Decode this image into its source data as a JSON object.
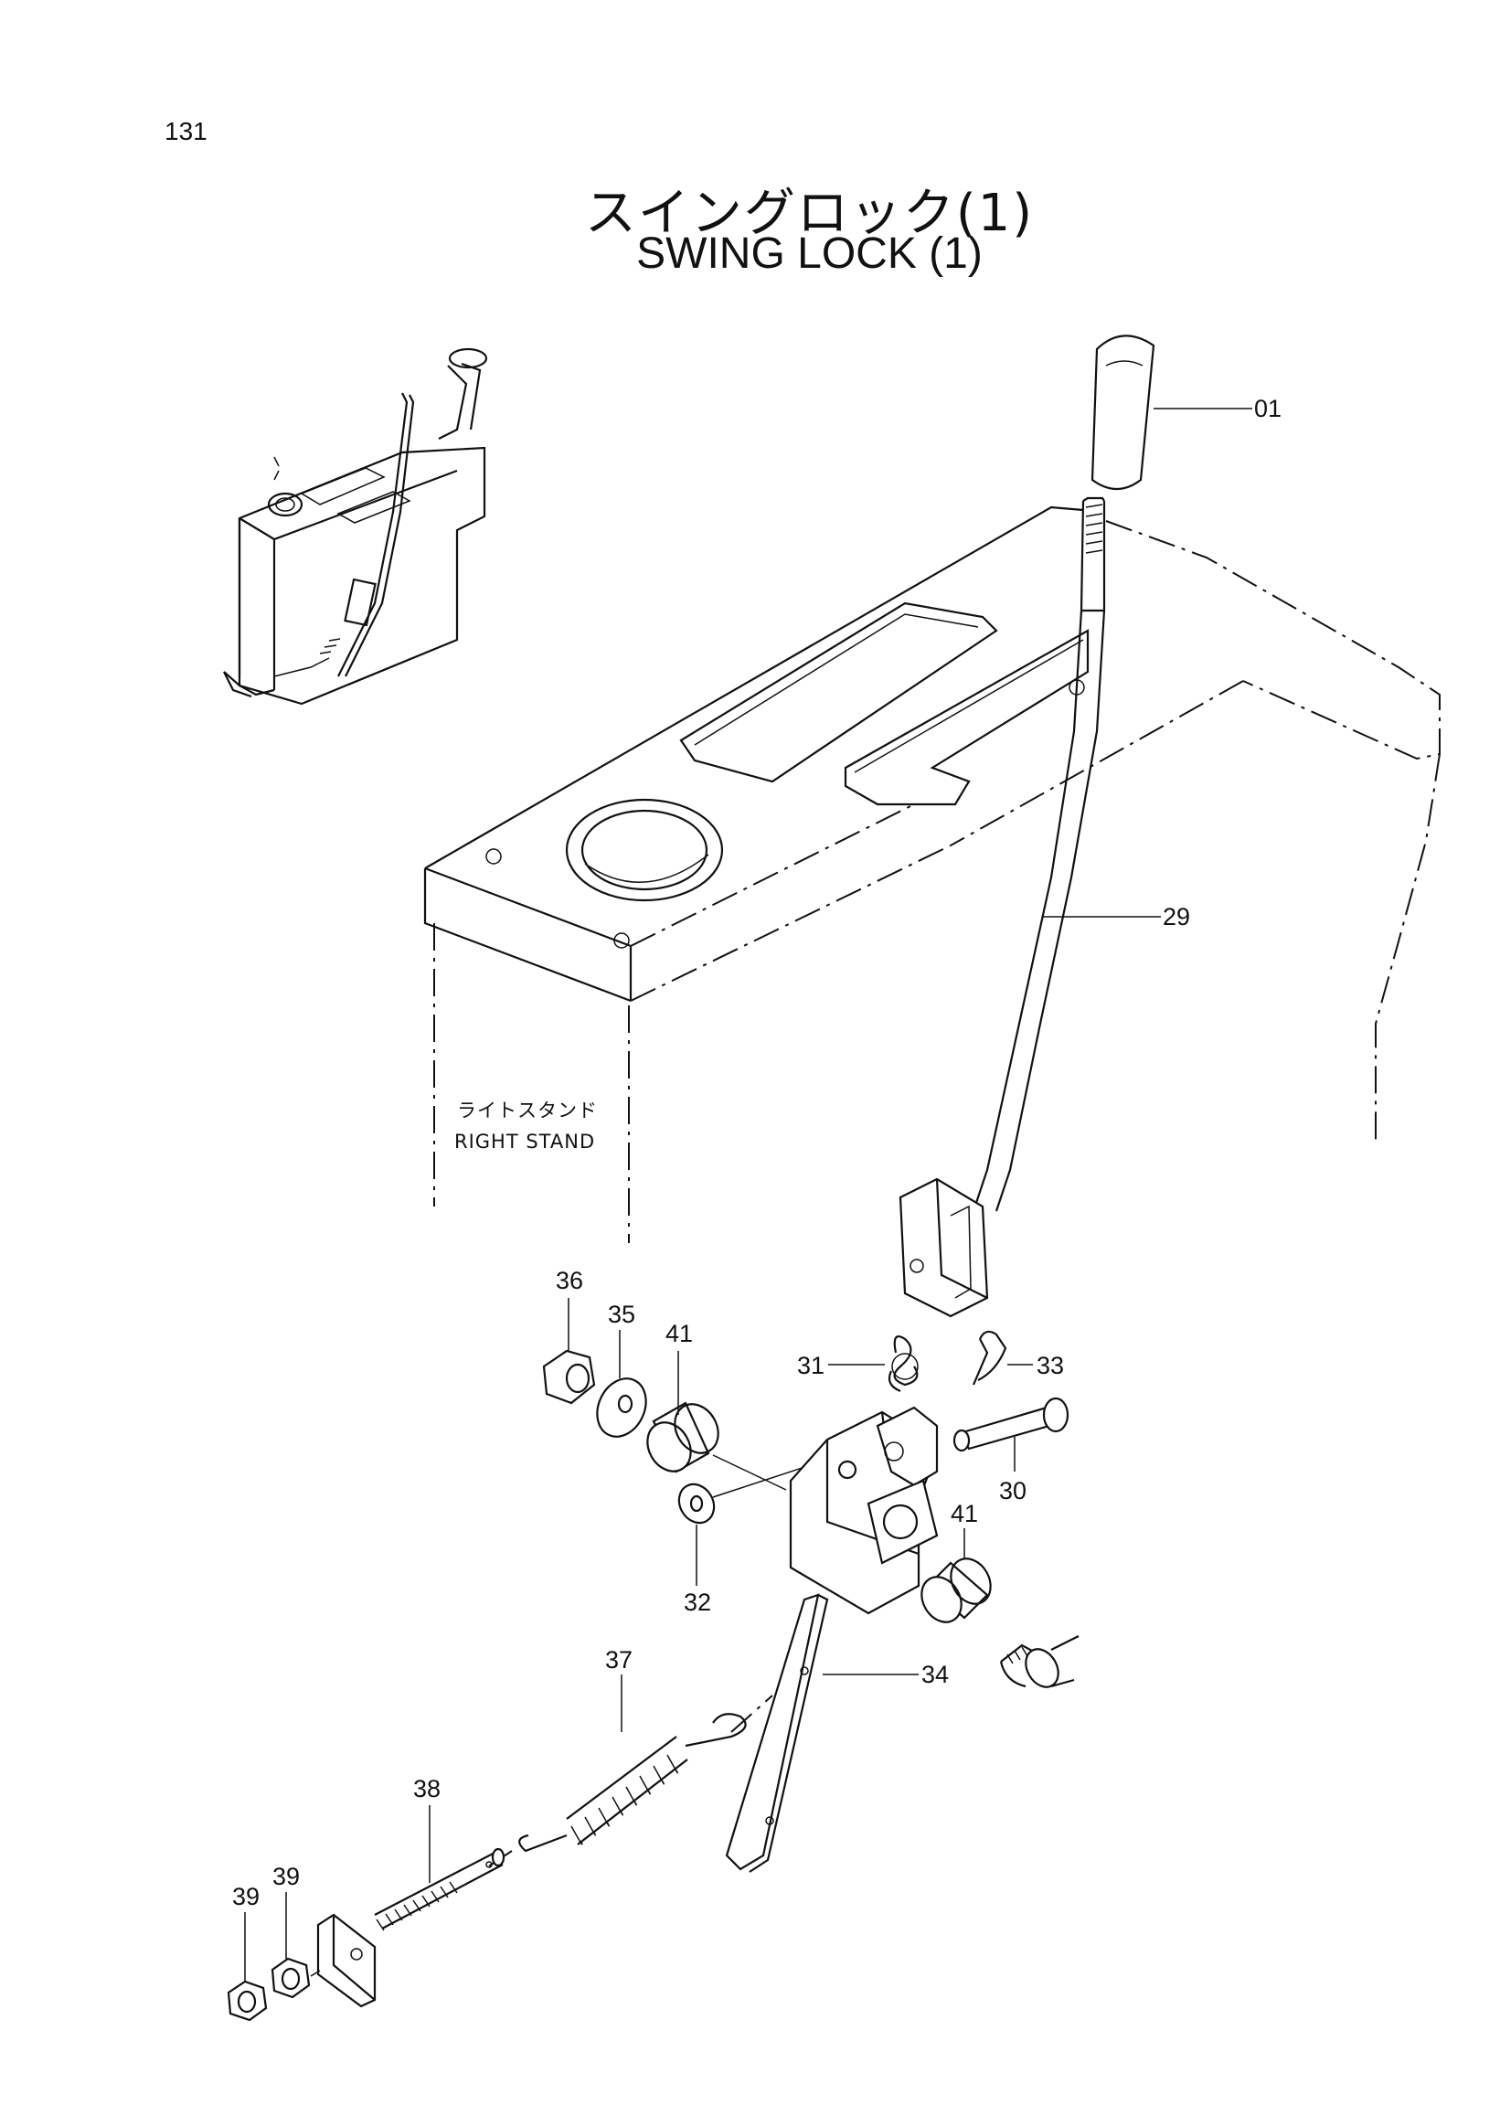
{
  "page_number": "131",
  "title": {
    "ja": "スイングロック(1)",
    "en": "SWING LOCK (1)"
  },
  "note": {
    "ja": "ライトスタンド",
    "en": "RIGHT STAND"
  },
  "callouts": {
    "p01": "01",
    "p29": "29",
    "p36": "36",
    "p35": "35",
    "p41a": "41",
    "p31": "31",
    "p33": "33",
    "p30": "30",
    "p41b": "41",
    "p32": "32",
    "p34": "34",
    "p37": "37",
    "p38": "38",
    "p39a": "39",
    "p39b": "39"
  }
}
